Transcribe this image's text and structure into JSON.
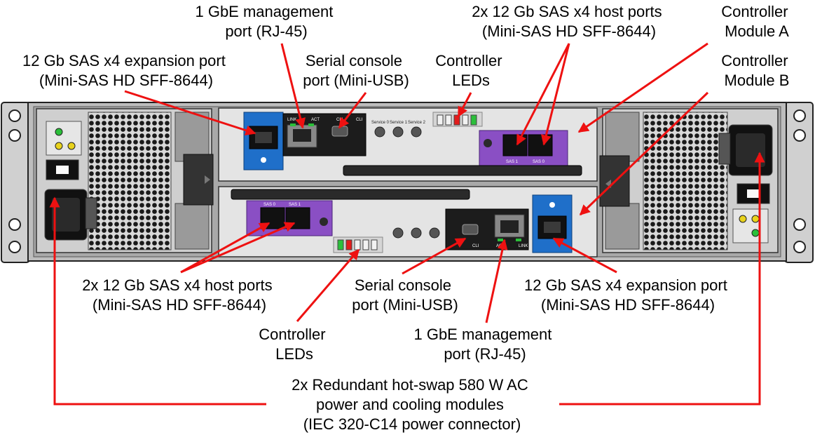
{
  "callouts": {
    "mgmt_a": [
      "1 GbE management",
      "port (RJ-45)"
    ],
    "host_a": [
      "2x 12 Gb SAS x4 host ports",
      "(Mini-SAS HD SFF-8644)"
    ],
    "ctrl_a": [
      "Controller",
      "Module A"
    ],
    "exp_a": [
      "12 Gb SAS x4 expansion port",
      "(Mini-SAS HD SFF-8644)"
    ],
    "serial_a": [
      "Serial console",
      "port (Mini-USB)"
    ],
    "leds_a": [
      "Controller",
      "LEDs"
    ],
    "ctrl_b": [
      "Controller",
      "Module B"
    ],
    "host_b": [
      "2x 12 Gb SAS x4 host ports",
      "(Mini-SAS HD SFF-8644)"
    ],
    "serial_b": [
      "Serial console",
      "port (Mini-USB)"
    ],
    "exp_b": [
      "12 Gb SAS x4 expansion port",
      "(Mini-SAS HD SFF-8644)"
    ],
    "leds_b": [
      "Controller",
      "LEDs"
    ],
    "mgmt_b": [
      "1 GbE management",
      "port (RJ-45)"
    ],
    "psu": [
      "2x Redundant hot-swap 580 W AC",
      "power and cooling modules",
      "(IEC 320-C14 power connector)"
    ]
  },
  "panel_labels": {
    "link": "LINK",
    "act": "ACT",
    "cli": "CLI",
    "service0": "Service 0",
    "service1": "Service 1",
    "service2": "Service 2",
    "sas0": "SAS 0",
    "sas1": "SAS 1"
  },
  "colors": {
    "arrow": "#ee1111",
    "expansion_panel": "#1f6fc9",
    "host_panel": "#8a4fc4",
    "chassis": "#c8c8c8"
  }
}
